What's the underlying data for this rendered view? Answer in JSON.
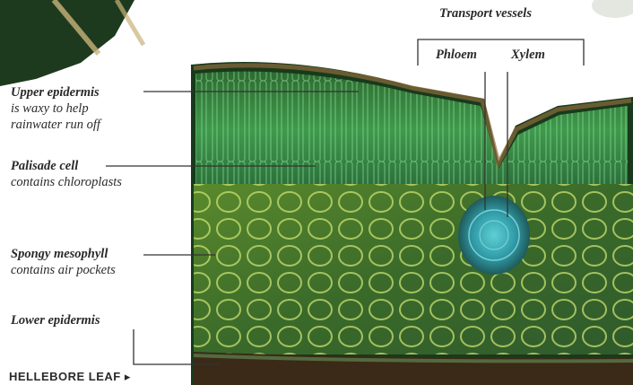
{
  "labels": {
    "transport_vessels": "Transport vessels",
    "phloem": "Phloem",
    "xylem": "Xylem",
    "upper_epidermis": {
      "title": "Upper epidermis",
      "line1": "is waxy to help",
      "line2": "rainwater run off"
    },
    "palisade_cell": {
      "title": "Palisade cell",
      "line1": "contains chloroplasts"
    },
    "spongy_mesophyll": {
      "title": "Spongy mesophyll",
      "line1": "contains air pockets"
    },
    "lower_epidermis": {
      "title": "Lower epidermis"
    }
  },
  "footer": "HELLEBORE LEAF ▸",
  "colors": {
    "leaf_dark": "#0f2a12",
    "leaf_green": "#2f7a36",
    "palisade": "#4aa35a",
    "spongy": "#8bbf4a",
    "vein": "#3fb7c4",
    "line": "#333333"
  }
}
